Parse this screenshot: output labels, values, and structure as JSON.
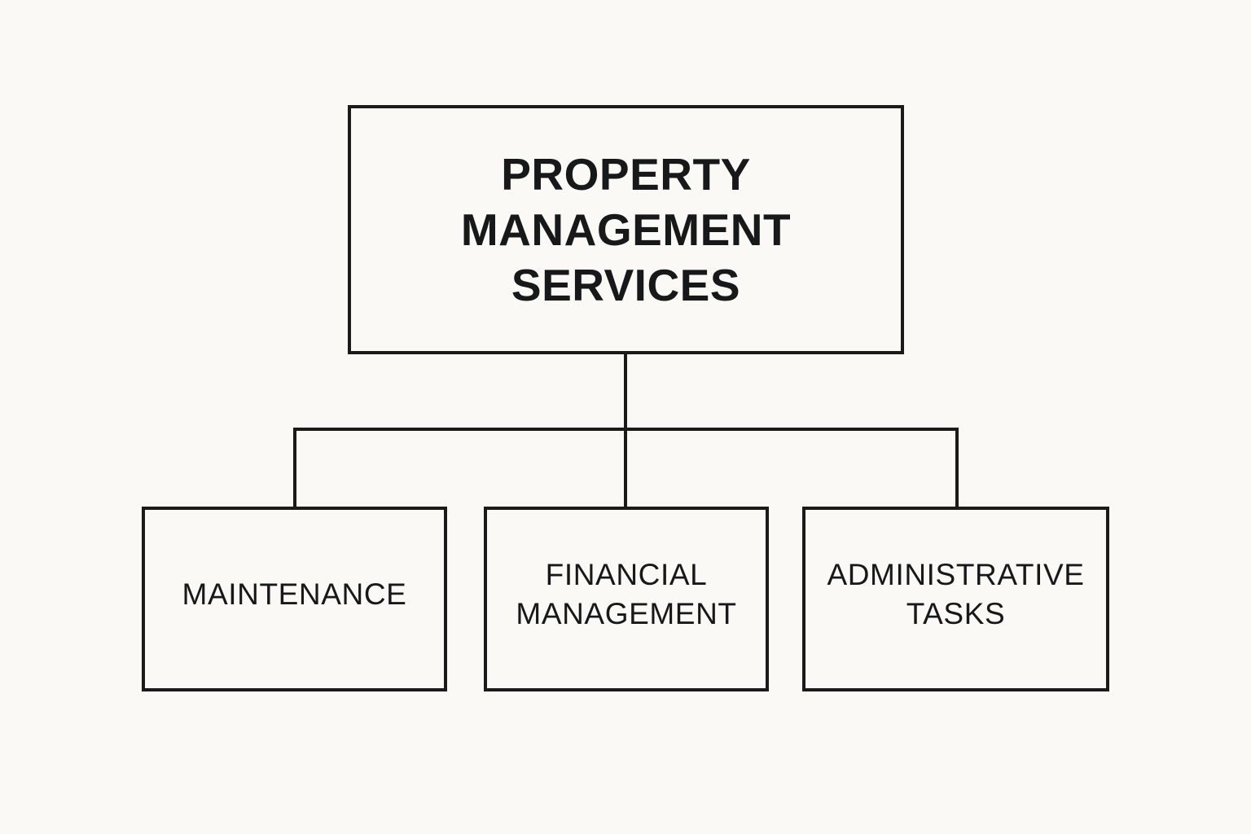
{
  "diagram": {
    "type": "organizational-hierarchy-chart",
    "orientation": "top-down",
    "background_color": "#faf9f5",
    "stroke_color": "#1a1a1a",
    "text_color": "#17181a",
    "root": {
      "id": "property-management-services",
      "label": "PROPERTY\nMANAGEMENT\nSERVICES",
      "lines": [
        "PROPERTY",
        "MANAGEMENT",
        "SERVICES"
      ],
      "emphasis": "bold"
    },
    "children": [
      {
        "id": "maintenance",
        "label": "MAINTENANCE",
        "lines": [
          "MAINTENANCE"
        ],
        "emphasis": "regular"
      },
      {
        "id": "financial-management",
        "label": "FINANCIAL\nMANAGEMENT",
        "lines": [
          "FINANCIAL",
          "MANAGEMENT"
        ],
        "emphasis": "regular"
      },
      {
        "id": "administrative-tasks",
        "label": "ADMINISTRATIVE\nTASKS",
        "lines": [
          "ADMINISTRATIVE",
          "TASKS"
        ],
        "emphasis": "regular"
      }
    ],
    "edges": [
      {
        "from": "property-management-services",
        "to": "maintenance"
      },
      {
        "from": "property-management-services",
        "to": "financial-management"
      },
      {
        "from": "property-management-services",
        "to": "administrative-tasks"
      }
    ]
  }
}
